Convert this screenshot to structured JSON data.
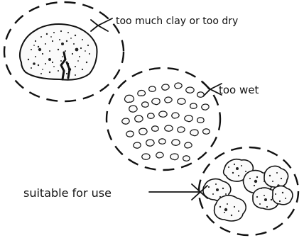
{
  "labels": {
    "top": "too much clay or too dry",
    "middle": "too wet",
    "bottom": "suitable for use"
  },
  "colors": {
    "ink": "#111111",
    "background": "#ffffff"
  }
}
